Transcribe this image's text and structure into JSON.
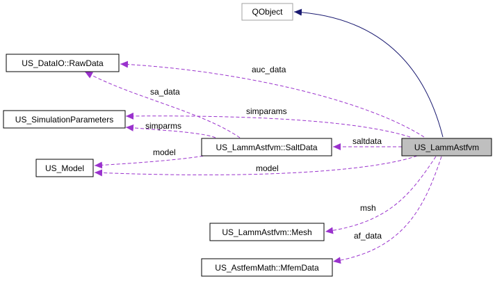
{
  "diagram": {
    "nodes": {
      "qobject": "QObject",
      "rawdata": "US_DataIO::RawData",
      "simparams": "US_SimulationParameters",
      "model": "US_Model",
      "saltdata": "US_LammAstfvm::SaltData",
      "lammastfvm": "US_LammAstfvm",
      "mesh": "US_LammAstfvm::Mesh",
      "mfemdata": "US_AstfemMath::MfemData"
    },
    "edge_labels": {
      "auc_data": "auc_data",
      "sa_data": "sa_data",
      "simparams": "simparams",
      "simparms": "simparms",
      "saltdata": "saltdata",
      "model_salt": "model",
      "model_main": "model",
      "msh": "msh",
      "af_data": "af_data"
    },
    "colors": {
      "inheritance": "#191970",
      "usage": "#9a32cd",
      "focus_fill": "#bfbfbf"
    }
  }
}
